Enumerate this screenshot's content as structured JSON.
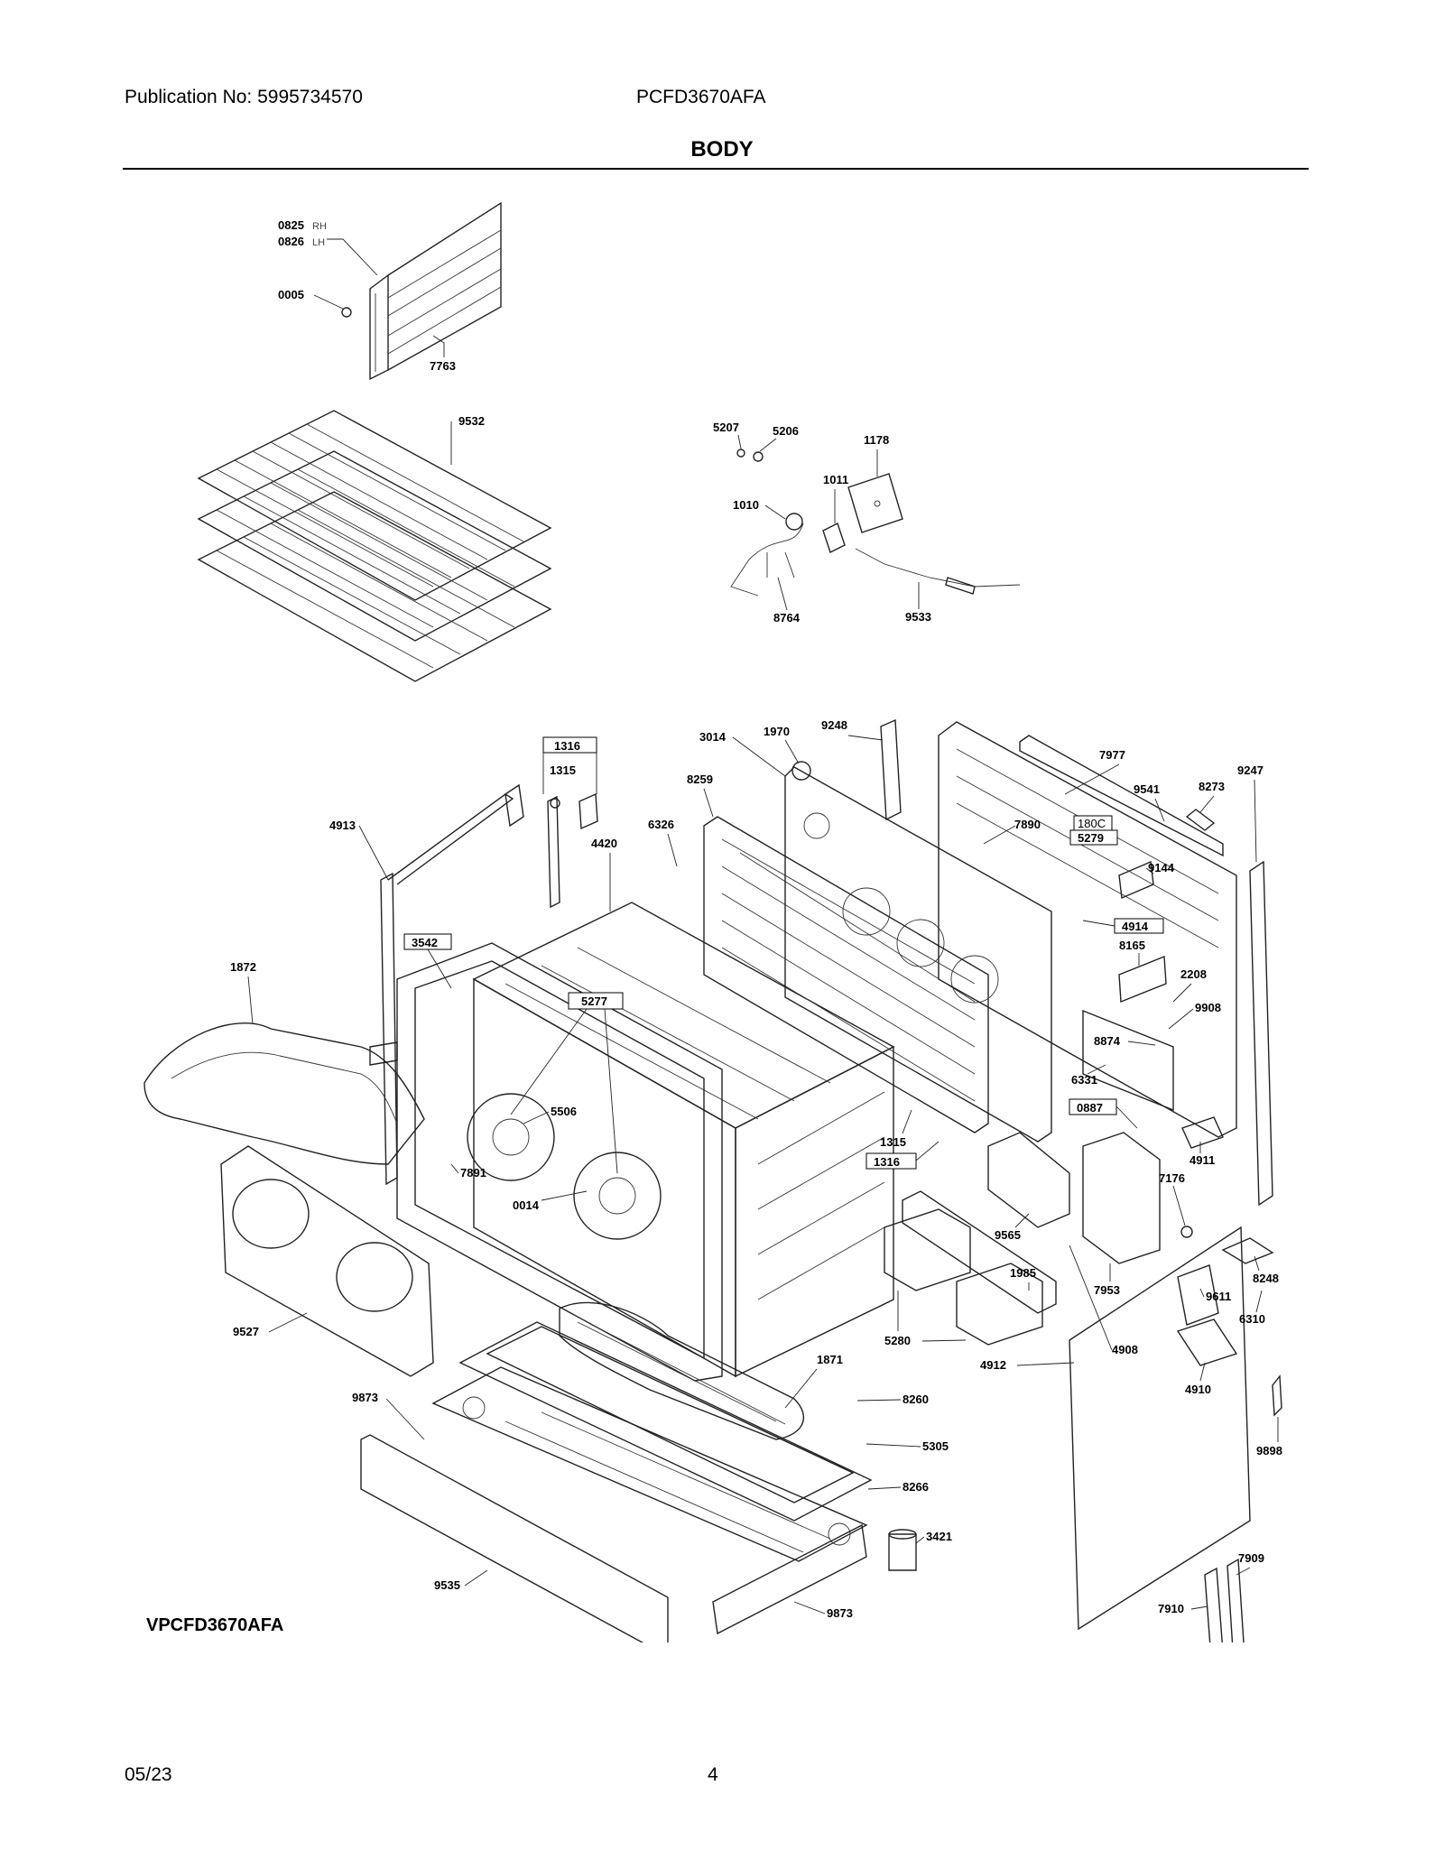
{
  "header": {
    "publication": "Publication No: 5995734570",
    "model": "PCFD3670AFA",
    "section_title": "BODY"
  },
  "footer": {
    "variant_model": "VPCFD3670AFA",
    "date": "05/23",
    "page": "4"
  },
  "callouts": {
    "c0825": "0825",
    "c0825s": "RH",
    "c0826": "0826",
    "c0826s": "LH",
    "c0005": "0005",
    "c7763": "7763",
    "c9532": "9532",
    "c5207": "5207",
    "c5206": "5206",
    "c1178": "1178",
    "c1011": "1011",
    "c1010": "1010",
    "c8764": "8764",
    "c9533": "9533",
    "c1316a": "1316",
    "c1315a": "1315",
    "c4913": "4913",
    "c4420": "4420",
    "c6326": "6326",
    "c3014": "3014",
    "c1970": "1970",
    "c8259": "8259",
    "c9248": "9248",
    "c7977": "7977",
    "c9541": "9541",
    "c8273": "8273",
    "c9247": "9247",
    "c180c": "180C",
    "c7890": "7890",
    "c5279": "5279",
    "c9144": "9144",
    "c4914": "4914",
    "c8165": "8165",
    "c2208": "2208",
    "c9908": "9908",
    "c8874": "8874",
    "c6331": "6331",
    "c3542": "3542",
    "c1872": "1872",
    "c5277": "5277",
    "c5506": "5506",
    "c7891": "7891",
    "c0014": "0014",
    "c1315b": "1315",
    "c1316b": "1316",
    "c0887": "0887",
    "c4911": "4911",
    "c7176": "7176",
    "c9565": "9565",
    "c1985": "1985",
    "c8248": "8248",
    "c9611": "9611",
    "c6310": "6310",
    "c7953": "7953",
    "c9527": "9527",
    "c5280": "5280",
    "c4912": "4912",
    "c4908": "4908",
    "c4910": "4910",
    "c1871": "1871",
    "c9873a": "9873",
    "c8260": "8260",
    "c5305": "5305",
    "c9898": "9898",
    "c8266": "8266",
    "c3421": "3421",
    "c7909": "7909",
    "c9535": "9535",
    "c7910": "7910",
    "c9873b": "9873"
  }
}
